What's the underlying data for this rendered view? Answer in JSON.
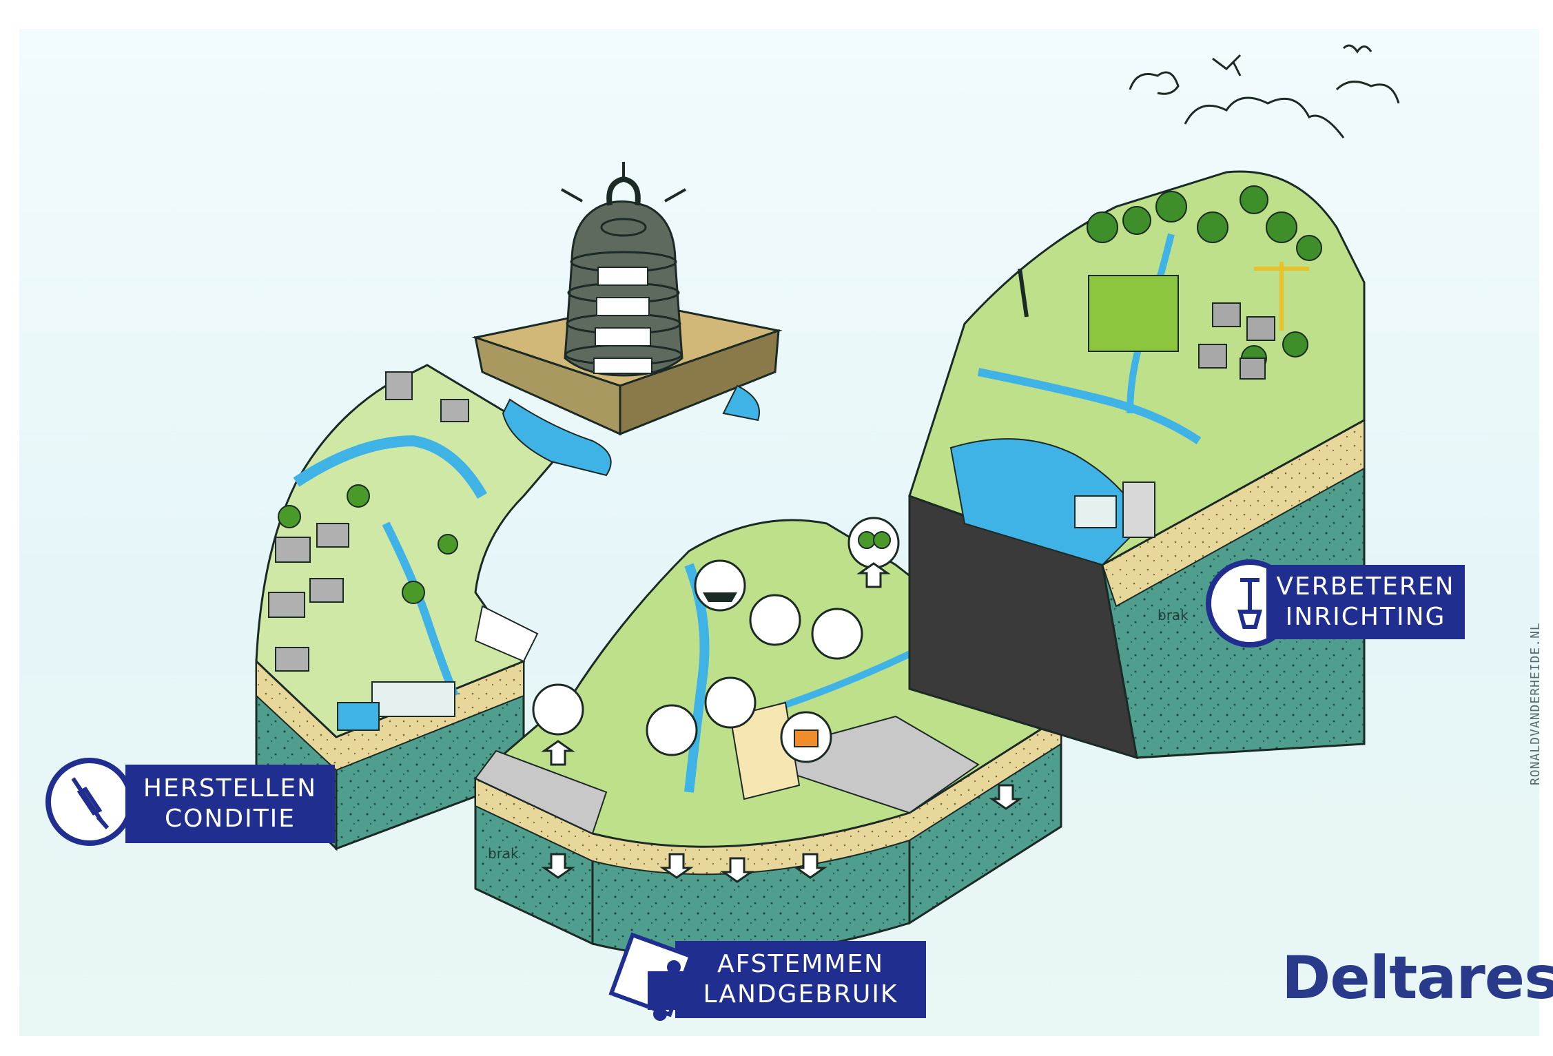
{
  "labels": {
    "herstellen": {
      "line1": "HERSTELLEN",
      "line2": "CONDITIE"
    },
    "afstemmen": {
      "line1": "AFSTEMMEN",
      "line2": "LANDGEBRUIK"
    },
    "verbeteren": {
      "line1": "VERBETEREN",
      "line2": "INRICHTING"
    }
  },
  "groundwater_label": "brak",
  "brand": "Deltares",
  "credit": "RONALDVANDERHEIDE.NL",
  "colors": {
    "label_bg": "#1f2e8f",
    "water": "#3fb3e6",
    "grass": "#8cc63f",
    "soil_sand": "#e8d79b",
    "soil_peat": "#c9b27a",
    "groundwater": "#4f9e8e",
    "bell": "#5f6a5f"
  }
}
